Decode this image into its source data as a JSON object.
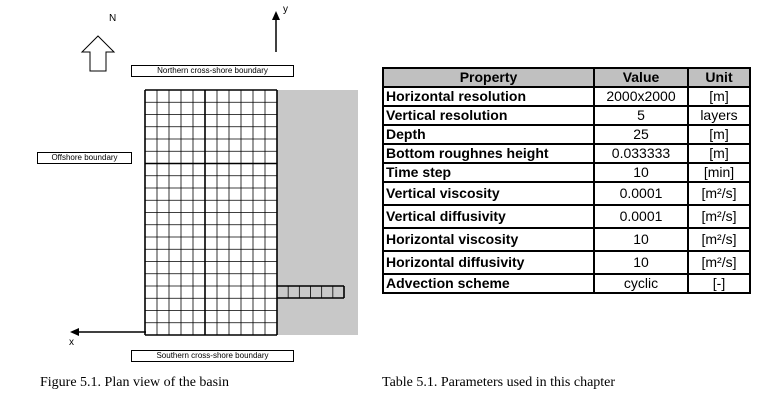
{
  "figure": {
    "north_label": "N",
    "y_label": "y",
    "x_label": "x",
    "northern_boundary": "Northern cross-shore boundary",
    "offshore_boundary": "Offshore boundary",
    "southern_boundary": "Southern cross-shore boundary",
    "caption": "Figure 5.1. Plan view of the basin"
  },
  "table": {
    "headers": [
      "Property",
      "Value",
      "Unit"
    ],
    "rows": [
      {
        "property": "Horizontal resolution",
        "value": "2000x2000",
        "unit": "[m]"
      },
      {
        "property": "Vertical resolution",
        "value": "5",
        "unit": "layers"
      },
      {
        "property": "Depth",
        "value": "25",
        "unit": "[m]"
      },
      {
        "property": "Bottom roughnes height",
        "value": "0.033333",
        "unit": "[m]"
      },
      {
        "property": "Time step",
        "value": "10",
        "unit": "[min]"
      },
      {
        "property": "Vertical viscosity",
        "value": "0.0001",
        "unit": "[m²/s]"
      },
      {
        "property": "Vertical diffusivity",
        "value": "0.0001",
        "unit": "[m²/s]"
      },
      {
        "property": "Horizontal viscosity",
        "value": "10",
        "unit": "[m²/s]"
      },
      {
        "property": "Horizontal diffusivity",
        "value": "10",
        "unit": "[m²/s]"
      },
      {
        "property": "Advection scheme",
        "value": "cyclic",
        "unit": "[-]"
      }
    ],
    "caption": "Table 5.1. Parameters used in this chapter"
  }
}
